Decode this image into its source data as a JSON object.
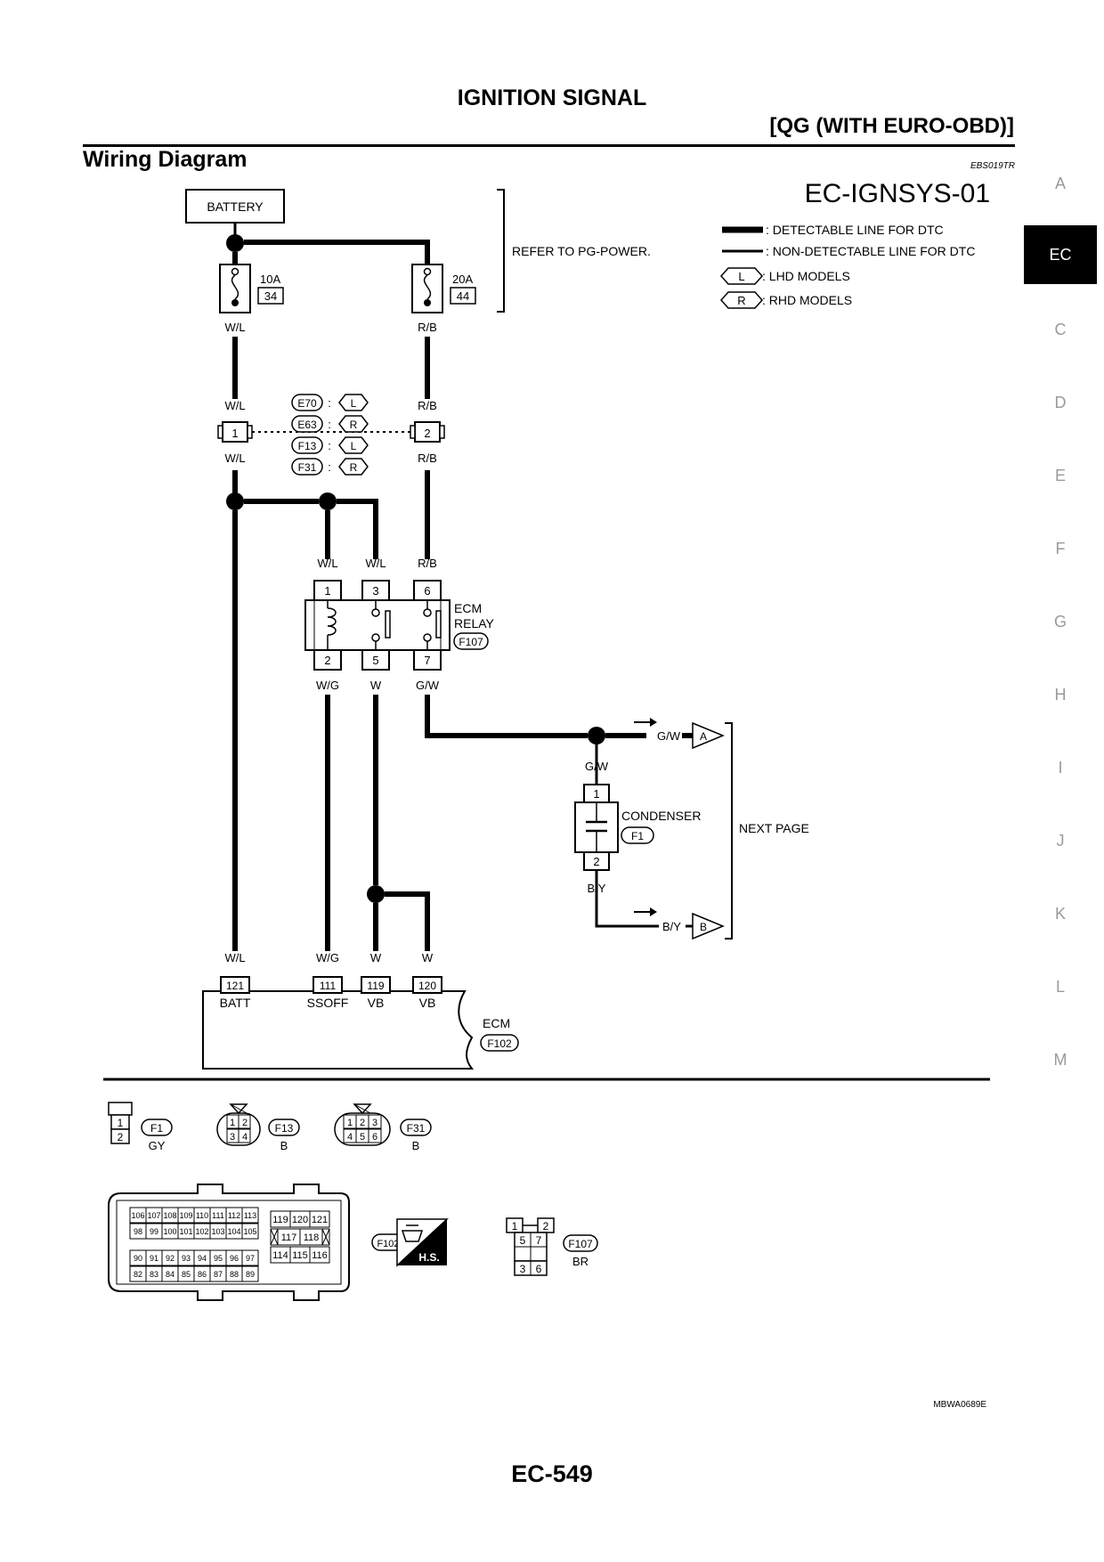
{
  "header": {
    "title": "IGNITION SIGNAL",
    "subtitle": "[QG (WITH EURO-OBD)]"
  },
  "section": {
    "title": "Wiring Diagram",
    "ref_code": "EBS019TR"
  },
  "diagram": {
    "id": "EC-IGNSYS-01",
    "battery_label": "BATTERY",
    "refer_note": "REFER TO PG-POWER.",
    "fuses": [
      {
        "amps": "10A",
        "number": "34",
        "wire": "W/L"
      },
      {
        "amps": "20A",
        "number": "44",
        "wire": "R/B"
      }
    ],
    "legend": {
      "detectable": ": DETECTABLE LINE FOR DTC",
      "non_detectable": ": NON-DETECTABLE LINE FOR DTC",
      "lhd_symbol": "L",
      "lhd": ": LHD MODELS",
      "rhd_symbol": "R",
      "rhd": ": RHD MODELS"
    },
    "harness_connectors": [
      {
        "code": "E70",
        "model": "L"
      },
      {
        "code": "E63",
        "model": "R"
      },
      {
        "code": "F13",
        "model": "L"
      },
      {
        "code": "F31",
        "model": "R"
      }
    ],
    "harness_pins": {
      "left": "1",
      "right": "2"
    },
    "wire_labels": {
      "wl": "W/L",
      "rb": "R/B",
      "wg": "W/G",
      "w": "W",
      "gw": "G/W",
      "by": "B/Y"
    },
    "relay": {
      "name_line1": "ECM",
      "name_line2": "RELAY",
      "connector": "F107",
      "top_pins": [
        "1",
        "3",
        "6"
      ],
      "bottom_pins": [
        "2",
        "5",
        "7"
      ]
    },
    "condenser": {
      "name": "CONDENSER",
      "connector": "F1",
      "pin_top": "1",
      "pin_bottom": "2"
    },
    "next_page": {
      "label": "NEXT PAGE",
      "arrow_a": "A",
      "arrow_b": "B"
    },
    "ecm": {
      "name": "ECM",
      "connector": "F102",
      "pins": [
        {
          "pin": "121",
          "signal": "BATT"
        },
        {
          "pin": "111",
          "signal": "SSOFF"
        },
        {
          "pin": "119",
          "signal": "VB"
        },
        {
          "pin": "120",
          "signal": "VB"
        }
      ]
    }
  },
  "connector_views": {
    "f1": {
      "code": "F1",
      "color": "GY",
      "pins": [
        "1",
        "2"
      ]
    },
    "f13": {
      "code": "F13",
      "color": "B",
      "pins": [
        "1",
        "2",
        "3",
        "4"
      ]
    },
    "f31": {
      "code": "F31",
      "color": "B",
      "pins": [
        "1",
        "2",
        "3",
        "4",
        "5",
        "6"
      ]
    },
    "f102": {
      "code": "F102",
      "row1": [
        "106",
        "107",
        "108",
        "109",
        "110",
        "111",
        "112",
        "113"
      ],
      "row2": [
        "98",
        "99",
        "100",
        "101",
        "102",
        "103",
        "104",
        "105"
      ],
      "row3": [
        "90",
        "91",
        "92",
        "93",
        "94",
        "95",
        "96",
        "97"
      ],
      "row4": [
        "82",
        "83",
        "84",
        "85",
        "86",
        "87",
        "88",
        "89"
      ],
      "right_row1": [
        "119",
        "120",
        "121"
      ],
      "right_row2": [
        "117",
        "118"
      ],
      "right_row3": [
        "114",
        "115",
        "116"
      ],
      "hs": "H.S."
    },
    "f107": {
      "code": "F107",
      "color": "BR",
      "pins": [
        "1",
        "2",
        "5",
        "7",
        "3",
        "6"
      ]
    }
  },
  "figure_code": "MBWA0689E",
  "page_number": "EC-549",
  "side_tabs": [
    "A",
    "EC",
    "C",
    "D",
    "E",
    "F",
    "G",
    "H",
    "I",
    "J",
    "K",
    "L",
    "M"
  ]
}
